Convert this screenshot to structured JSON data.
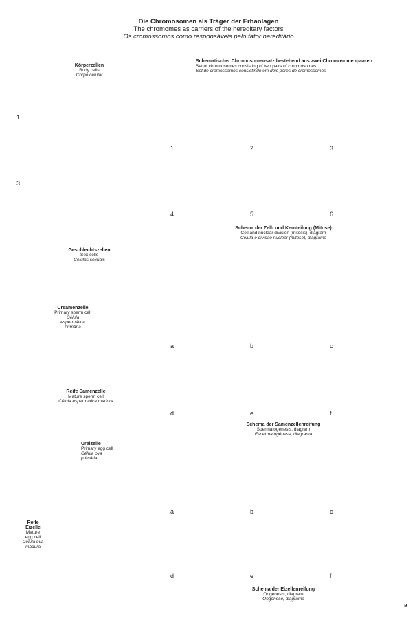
{
  "title": {
    "de": "Die Chromosomen als Träger der Erbanlagen",
    "en": "The chromomes as carriers of the hereditary factors",
    "pt": "Os cromossomos como responsáveis pelo fator hereditário"
  },
  "body_cells": {
    "de": "Körperzellen",
    "en": "Body cells",
    "pt": "Corpo celular",
    "labels": [
      "1",
      "3"
    ]
  },
  "chromosome_legend": {
    "de": "Schematischer Chromosomensatz bestehend aus zwei Chromosomenpaaren",
    "en": "Set of chromosomes consisting of two pairs of chromosomes",
    "pt": "Set de cromossomos consistindo em dois pares de cromossomos"
  },
  "mitosis": {
    "labels": [
      "1",
      "2",
      "3",
      "4",
      "5",
      "6"
    ],
    "caption_de": "Schema der Zell- und Kernteilung (Mitose)",
    "caption_en": "Cell and nuclear division (mitosis), diagram",
    "caption_pt": "Célula e divisão nuclear (mitose), diagrama"
  },
  "sex_cells": {
    "de": "Geschlechtszellen",
    "en": "Sex cells",
    "pt": "Células sexuais"
  },
  "primary_sperm": {
    "de": "Ursamenzelle",
    "en": "Primary sperm cell",
    "pt1": "Célula",
    "pt2": "espermática",
    "pt3": "primária"
  },
  "mature_sperm": {
    "de": "Reife Samenzelle",
    "en": "Mature sperm cell",
    "pt": "Célula espermática madura"
  },
  "spermatogenesis": {
    "labels": [
      "a",
      "b",
      "c",
      "d",
      "e",
      "f"
    ],
    "caption_de": "Schema der Samenzellenreifung",
    "caption_en": "Spermatogenesis, diagram",
    "caption_pt": "Espermatogênese, diagrama"
  },
  "primary_egg": {
    "de": "Ureizelle",
    "en": "Primary egg cell",
    "pt1": "Célula ova",
    "pt2": "primária"
  },
  "mature_egg": {
    "de1": "Reife",
    "de2": "Eizelle",
    "en1": "Mature",
    "en2": "egg cell",
    "pt1": "Célula ova",
    "pt2": "madura"
  },
  "oogenesis": {
    "labels": [
      "a",
      "b",
      "c",
      "d",
      "e",
      "f"
    ],
    "caption_de": "Schema der Eizellenreifung",
    "caption_en": "Oogenesis, diagram",
    "caption_pt": "Oogênese, diagrama"
  },
  "corner_label": "a",
  "colors": {
    "cell_green": "#a9d98a",
    "cell_pink": "#f2b7b3",
    "nucleus_dark": "#9e3f3a",
    "panel_pink": "#f7d3d3",
    "panel_blue": "#d5e3f1",
    "panel_yellow": "#f6edc5",
    "outline": "#222222"
  }
}
